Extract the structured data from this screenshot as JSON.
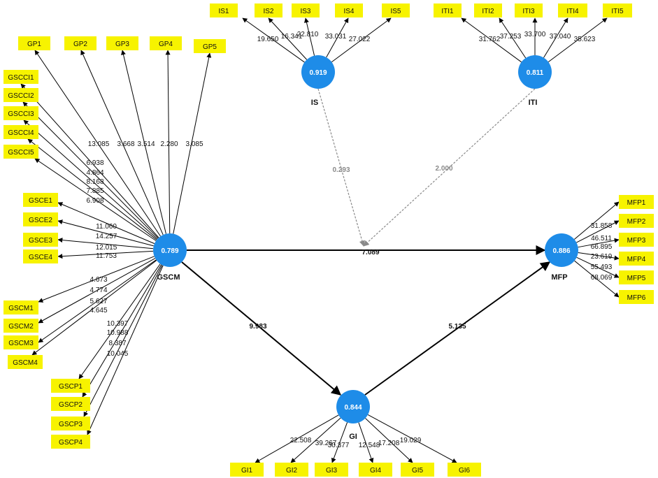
{
  "latents": [
    {
      "id": "IS",
      "label": "IS",
      "value": "0.919"
    },
    {
      "id": "ITI",
      "label": "ITI",
      "value": "0.811"
    },
    {
      "id": "GSCM",
      "label": "GSCM",
      "value": "0.789"
    },
    {
      "id": "MFP",
      "label": "MFP",
      "value": "0.886"
    },
    {
      "id": "GI",
      "label": "GI",
      "value": "0.844"
    }
  ],
  "indicators": [
    {
      "id": "IS1",
      "latent": "IS",
      "weight": "19.650"
    },
    {
      "id": "IS2",
      "latent": "IS",
      "weight": "16.341"
    },
    {
      "id": "IS3",
      "latent": "IS",
      "weight": "22.810"
    },
    {
      "id": "IS4",
      "latent": "IS",
      "weight": "33.031"
    },
    {
      "id": "IS5",
      "latent": "IS",
      "weight": "27.022"
    },
    {
      "id": "ITI1",
      "latent": "ITI",
      "weight": "31.762"
    },
    {
      "id": "ITI2",
      "latent": "ITI",
      "weight": "37.253"
    },
    {
      "id": "ITI3",
      "latent": "ITI",
      "weight": "33.700"
    },
    {
      "id": "ITI4",
      "latent": "ITI",
      "weight": "37.040"
    },
    {
      "id": "ITI5",
      "latent": "ITI",
      "weight": "35.623"
    },
    {
      "id": "GP1",
      "latent": "GSCM",
      "weight": "13.085"
    },
    {
      "id": "GP2",
      "latent": "GSCM",
      "weight": "3.668"
    },
    {
      "id": "GP3",
      "latent": "GSCM",
      "weight": "3.514"
    },
    {
      "id": "GP4",
      "latent": "GSCM",
      "weight": "2.280"
    },
    {
      "id": "GP5",
      "latent": "GSCM",
      "weight": "3.085"
    },
    {
      "id": "GSCCI1",
      "latent": "GSCM",
      "weight": "6.938"
    },
    {
      "id": "GSCCI2",
      "latent": "GSCM",
      "weight": "4.864"
    },
    {
      "id": "GSCCI3",
      "latent": "GSCM",
      "weight": "8.168"
    },
    {
      "id": "GSCCI4",
      "latent": "GSCM",
      "weight": "7.885"
    },
    {
      "id": "GSCCI5",
      "latent": "GSCM",
      "weight": "6.908"
    },
    {
      "id": "GSCE1",
      "latent": "GSCM",
      "weight": "11.060"
    },
    {
      "id": "GSCE2",
      "latent": "GSCM",
      "weight": "14.257"
    },
    {
      "id": "GSCE3",
      "latent": "GSCM",
      "weight": "12.015"
    },
    {
      "id": "GSCE4",
      "latent": "GSCM",
      "weight": "11.753"
    },
    {
      "id": "GSCM1",
      "latent": "GSCM",
      "weight": "4.673"
    },
    {
      "id": "GSCM2",
      "latent": "GSCM",
      "weight": "4.774"
    },
    {
      "id": "GSCM3",
      "latent": "GSCM",
      "weight": "5.627"
    },
    {
      "id": "GSCM4",
      "latent": "GSCM",
      "weight": "4.645"
    },
    {
      "id": "GSCP1",
      "latent": "GSCM",
      "weight": "10.397"
    },
    {
      "id": "GSCP2",
      "latent": "GSCM",
      "weight": "10.988"
    },
    {
      "id": "GSCP3",
      "latent": "GSCM",
      "weight": "8.387"
    },
    {
      "id": "GSCP4",
      "latent": "GSCM",
      "weight": "10.045"
    },
    {
      "id": "MFP1",
      "latent": "MFP",
      "weight": "31.858"
    },
    {
      "id": "MFP2",
      "latent": "MFP",
      "weight": "46.511"
    },
    {
      "id": "MFP3",
      "latent": "MFP",
      "weight": "66.895"
    },
    {
      "id": "MFP4",
      "latent": "MFP",
      "weight": "23.619"
    },
    {
      "id": "MFP5",
      "latent": "MFP",
      "weight": "55.493"
    },
    {
      "id": "MFP6",
      "latent": "MFP",
      "weight": "68.069"
    },
    {
      "id": "GI1",
      "latent": "GI",
      "weight": "22.508"
    },
    {
      "id": "GI2",
      "latent": "GI",
      "weight": "39.267"
    },
    {
      "id": "GI3",
      "latent": "GI",
      "weight": "30.377"
    },
    {
      "id": "GI4",
      "latent": "GI",
      "weight": "12.548"
    },
    {
      "id": "GI5",
      "latent": "GI",
      "weight": "17.208"
    },
    {
      "id": "GI6",
      "latent": "GI",
      "weight": "19.029"
    }
  ],
  "paths": [
    {
      "from": "GSCM",
      "to": "MFP",
      "value": "7.089",
      "style": "solid"
    },
    {
      "from": "GSCM",
      "to": "GI",
      "value": "9.983",
      "style": "solid"
    },
    {
      "from": "GI",
      "to": "MFP",
      "value": "5.135",
      "style": "solid"
    },
    {
      "from": "IS",
      "to": "GSCM-MFP",
      "value": "0.293",
      "style": "dashed"
    },
    {
      "from": "ITI",
      "to": "GSCM-MFP",
      "value": "2.000",
      "style": "dashed"
    }
  ],
  "colors": {
    "latent_fill": "#1e8ce8",
    "indicator_fill": "#f7f300",
    "moderation_line": "#8a8a8a",
    "text": "#111111"
  }
}
